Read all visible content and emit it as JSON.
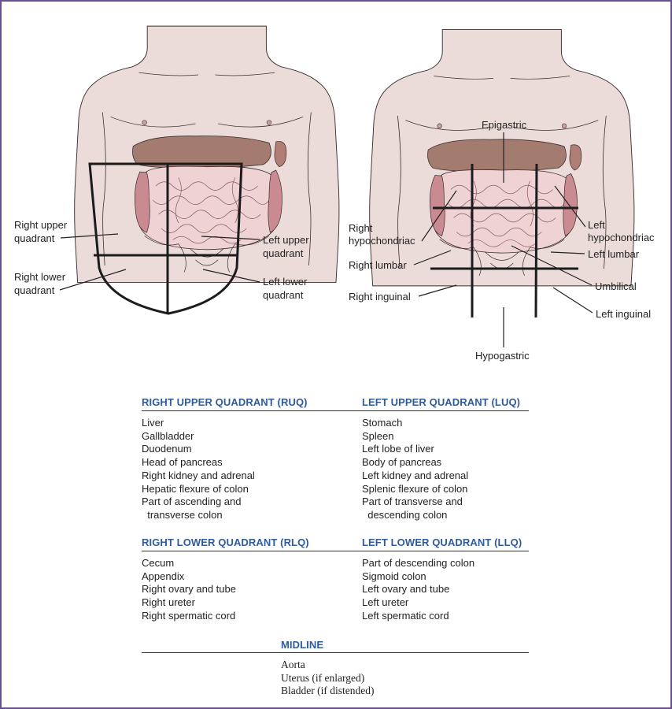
{
  "diagram": {
    "quadrants": {
      "labels": {
        "ruq": [
          "Right upper",
          "quadrant"
        ],
        "luq": [
          "Left upper",
          "quadrant"
        ],
        "rlq": [
          "Right lower",
          "quadrant"
        ],
        "llq": [
          "Left lower",
          "quadrant"
        ]
      }
    },
    "regions": {
      "labels": {
        "epigastric": "Epigastric",
        "right_hypochondriac": [
          "Right",
          "hypochondriac"
        ],
        "left_hypochondriac": [
          "Left",
          "hypochondriac"
        ],
        "right_lumbar": "Right lumbar",
        "left_lumbar": "Left lumbar",
        "umbilical": "Umbilical",
        "right_inguinal": "Right inguinal",
        "left_inguinal": "Left inguinal",
        "hypogastric": "Hypogastric"
      }
    }
  },
  "tables": {
    "ruq": {
      "heading": "RIGHT UPPER QUADRANT (RUQ)",
      "items": [
        "Liver",
        "Gallbladder",
        "Duodenum",
        "Head of pancreas",
        "Right kidney and adrenal",
        "Hepatic flexure of colon",
        "Part of ascending and",
        "  transverse colon"
      ]
    },
    "luq": {
      "heading": "LEFT UPPER QUADRANT (LUQ)",
      "items": [
        "Stomach",
        "Spleen",
        "Left lobe of liver",
        "Body of pancreas",
        "Left kidney and adrenal",
        "Splenic flexure of colon",
        "Part of transverse and",
        "  descending colon"
      ]
    },
    "rlq": {
      "heading": "RIGHT LOWER QUADRANT (RLQ)",
      "items": [
        "Cecum",
        "Appendix",
        "Right ovary and tube",
        "Right ureter",
        "Right spermatic cord"
      ]
    },
    "llq": {
      "heading": "LEFT LOWER QUADRANT (LLQ)",
      "items": [
        "Part of descending colon",
        "Sigmoid colon",
        "Left ovary and tube",
        "Left ureter",
        "Left spermatic cord"
      ]
    },
    "midline": {
      "heading": "MIDLINE",
      "items": [
        "Aorta",
        "Uterus (if enlarged)",
        "Bladder (if distended)"
      ]
    }
  },
  "colors": {
    "skin": "#ecdcd9",
    "outline": "#3a2e2e",
    "liver": "#a47c6f",
    "intestine": "#efd2d3",
    "colon": "#c98a92",
    "heading": "#2f5b9c",
    "border": "#6a4f93"
  }
}
